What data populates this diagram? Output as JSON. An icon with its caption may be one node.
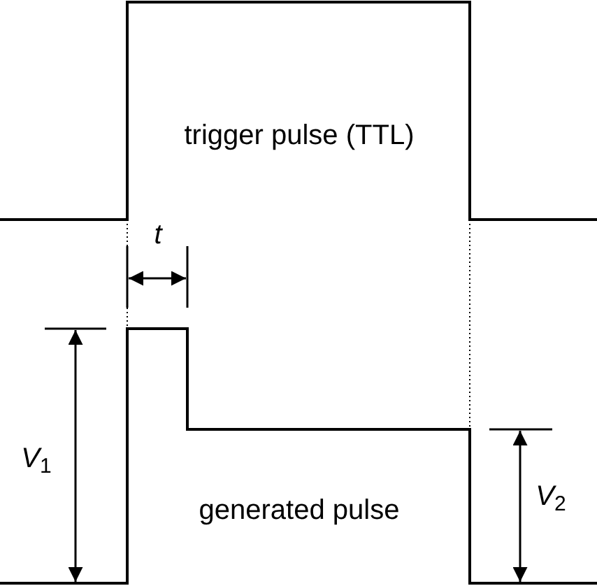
{
  "diagram": {
    "labels": [
      "trigger pulse (TTL)",
      "t",
      "*V*$_{1}$",
      "generated pulse",
      "*V*$_{2}$"
    ]
  }
}
